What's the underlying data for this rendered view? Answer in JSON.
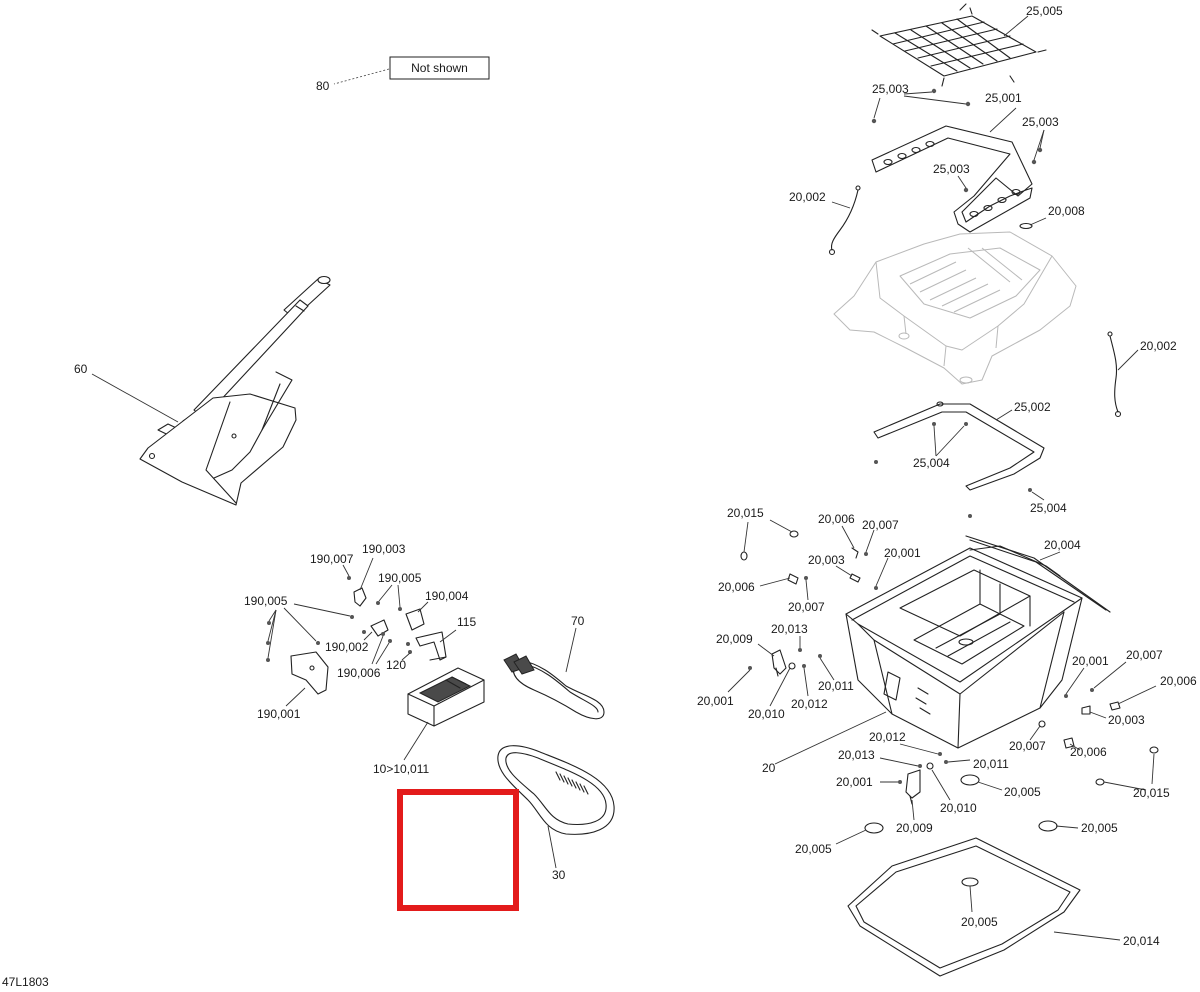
{
  "note_box": {
    "text": "Not shown"
  },
  "doc_code": "47L1803",
  "highlight_color": "#e31b1b",
  "labels": {
    "l80": "80",
    "l60": "60",
    "l190007": "190,007",
    "l190003": "190,003",
    "l190005a": "190,005",
    "l190005b": "190,005",
    "l190004": "190,004",
    "l190002": "190,002",
    "l190006": "190,006",
    "l190001": "190,001",
    "l115": "115",
    "l120": "120",
    "l70": "70",
    "l10": "10>10,011",
    "l30": "30",
    "l25005": "25,005",
    "l25003a": "25,003",
    "l25001": "25,001",
    "l25003b": "25,003",
    "l25003c": "25,003",
    "l20002a": "20,002",
    "l20008": "20,008",
    "l20002b": "20,002",
    "l25002": "25,002",
    "l25004a": "25,004",
    "l25004b": "25,004",
    "l20015a": "20,015",
    "l20006a": "20,006",
    "l20007a": "20,007",
    "l20003a": "20,003",
    "l20001a": "20,001",
    "l20004": "20,004",
    "l20006b": "20,006",
    "l20007b": "20,007",
    "l20009a": "20,009",
    "l20013a": "20,013",
    "l20011a": "20,011",
    "l20001b": "20,001",
    "l20010a": "20,010",
    "l20012a": "20,012",
    "l20001c": "20,001",
    "l20007c": "20,007",
    "l20006c": "20,006",
    "l20003b": "20,003",
    "l20007d": "20,007",
    "l20006d": "20,006",
    "l20": "20",
    "l20012b": "20,012",
    "l20013b": "20,013",
    "l20011b": "20,011",
    "l20001d": "20,001",
    "l20005a": "20,005",
    "l20010b": "20,010",
    "l20015b": "20,015",
    "l20009b": "20,009",
    "l20005b": "20,005",
    "l20005c": "20,005",
    "l20005d": "20,005",
    "l20014": "20,014"
  }
}
